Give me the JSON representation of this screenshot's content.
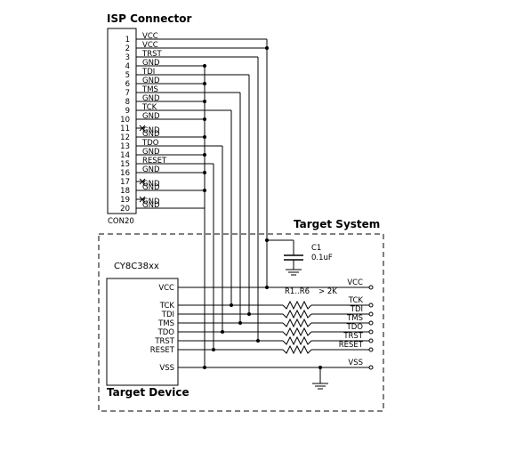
{
  "connector": {
    "title": "ISP Connector",
    "part": "CON20",
    "pins": [
      {
        "num": "1",
        "name": "VCC"
      },
      {
        "num": "2",
        "name": "VCC"
      },
      {
        "num": "3",
        "name": "TRST"
      },
      {
        "num": "4",
        "name": "GND"
      },
      {
        "num": "5",
        "name": "TDI"
      },
      {
        "num": "6",
        "name": "GND"
      },
      {
        "num": "7",
        "name": "TMS"
      },
      {
        "num": "8",
        "name": "GND"
      },
      {
        "num": "9",
        "name": "TCK"
      },
      {
        "num": "10",
        "name": "GND"
      },
      {
        "num": "11",
        "name": ""
      },
      {
        "num": "12",
        "name": "GND"
      },
      {
        "num": "13",
        "name": "TDO"
      },
      {
        "num": "14",
        "name": "GND"
      },
      {
        "num": "15",
        "name": "RESET"
      },
      {
        "num": "16",
        "name": "GND"
      },
      {
        "num": "17",
        "name": ""
      },
      {
        "num": "18",
        "name": "GND"
      },
      {
        "num": "19",
        "name": ""
      },
      {
        "num": "20",
        "name": "GND"
      }
    ]
  },
  "target_system": {
    "title": "Target System",
    "capacitor": {
      "ref": "C1",
      "value": "0.1uF"
    },
    "resistors": {
      "ref": "R1..R6",
      "value": "> 2K"
    },
    "device": {
      "part": "CY8C38xx",
      "title": "Target Device",
      "pins": [
        "VCC",
        "TCK",
        "TDI",
        "TMS",
        "TDO",
        "TRST",
        "RESET",
        "VSS"
      ]
    },
    "outputs": [
      "VCC",
      "TCK",
      "TDI",
      "TMS",
      "TDO",
      "TRST",
      "RESET",
      "VSS"
    ]
  }
}
